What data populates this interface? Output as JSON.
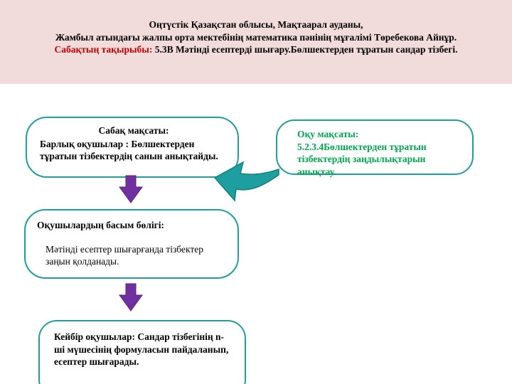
{
  "header": {
    "line1": "Оңтүстік Қазақстан облысы, Мақтаарал ауданы,",
    "line2": "Жамбыл атындағы жалпы орта мектебінің математика пәнінің мұғалімі Төребекова Айнұр.",
    "topic_label": "Сабақтың  тақырыбы:",
    "topic_text": " 5.3В Мәтінді есептерді шығару.Бөлшектерден тұратын сандар тізбегі."
  },
  "boxes": {
    "lesson_goal": {
      "title": "Сабақ  мақсаты:",
      "text": "Барлық  оқушылар : Бөлшектерден тұратын тізбектердің санын анықтайды."
    },
    "learning_goal": {
      "title": "Оқу  мақсаты:",
      "text": "5.2.3.4Бөлшектерден тұратын тізбектердің заңдылықтарын анықтау."
    },
    "majority": {
      "title": "Оқушылардың  басым бөлігі:",
      "text": "Мәтінді есептер  шығарғанда тізбектер заңын қолданады."
    },
    "some": {
      "text": "Кейбір  оқушылар: Сандар тізбегінің n-ші мүшесінің формуласын пайдаланып, есептер шығарады."
    }
  },
  "colors": {
    "header_bg": "#F2DBDB",
    "topic_label_red": "#C00000",
    "box_border_teal": "#239C9C",
    "learning_goal_green": "#00A550",
    "arrow_purple": "#7030A0",
    "arrow_teal": "#1E9E9E"
  },
  "icons": {
    "down_arrow": "down-arrow-icon",
    "curved_arrow": "curved-left-arrow-icon"
  }
}
